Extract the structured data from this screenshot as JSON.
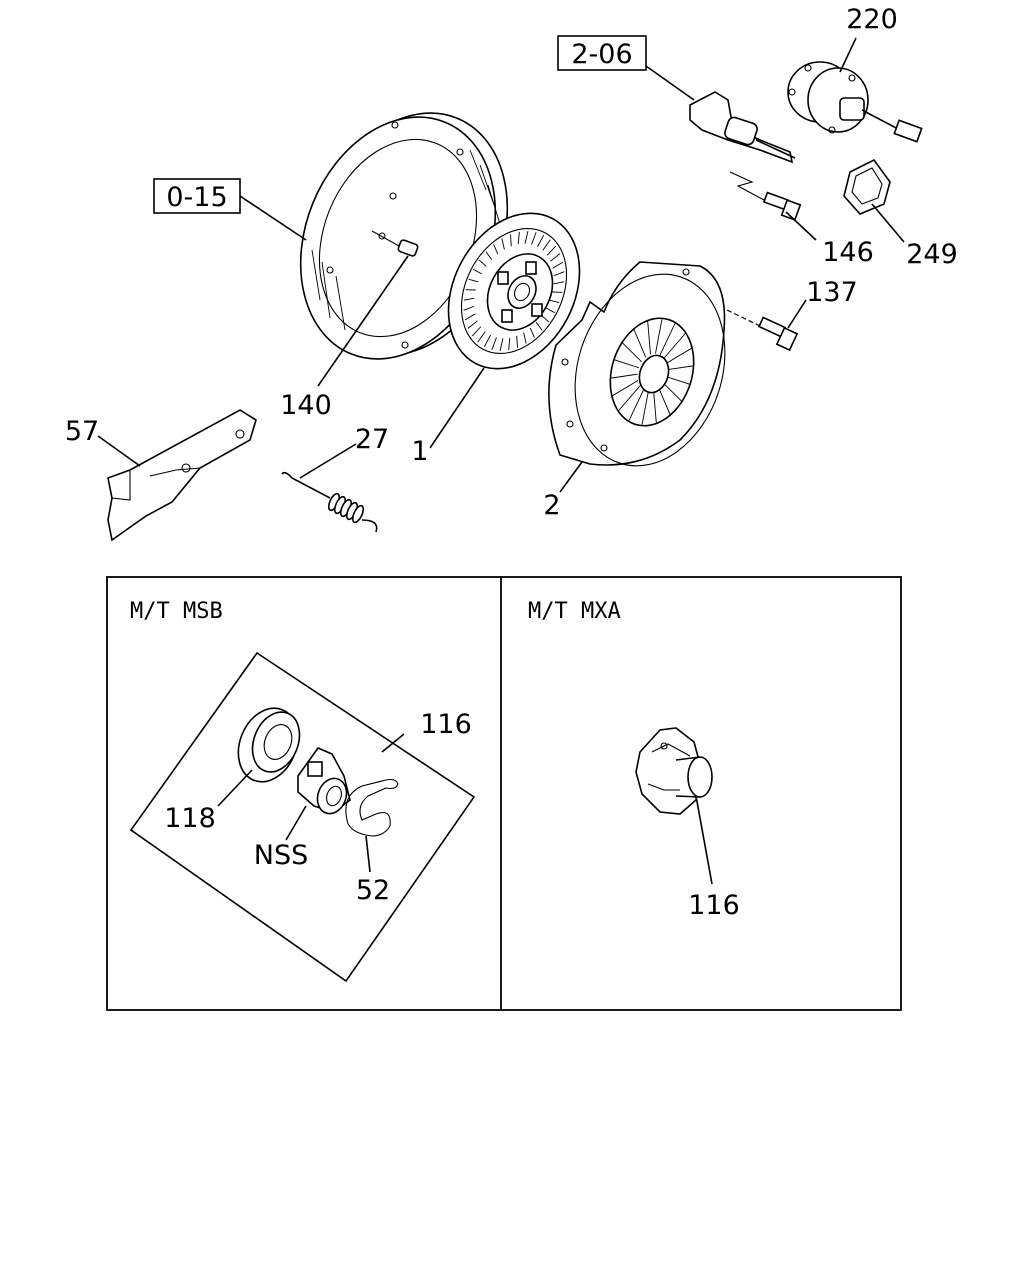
{
  "diagram": {
    "ref_boxes": {
      "flywheel": "0-15",
      "master_cylinder": "2-06"
    },
    "callouts": {
      "booster": "220",
      "bolt_146": "146",
      "gasket_249": "249",
      "bolt_137": "137",
      "pin_140": "140",
      "disc": "1",
      "pressure_plate": "2",
      "fork": "57",
      "spring": "27"
    },
    "panels": {
      "left": {
        "title": "M/T MSB",
        "callouts": {
          "bearing_assy": "116",
          "bearing_118": "118",
          "sleeve": "NSS",
          "clip": "52"
        }
      },
      "right": {
        "title": "M/T MXA",
        "callouts": {
          "bearing_assy": "116"
        }
      }
    }
  }
}
